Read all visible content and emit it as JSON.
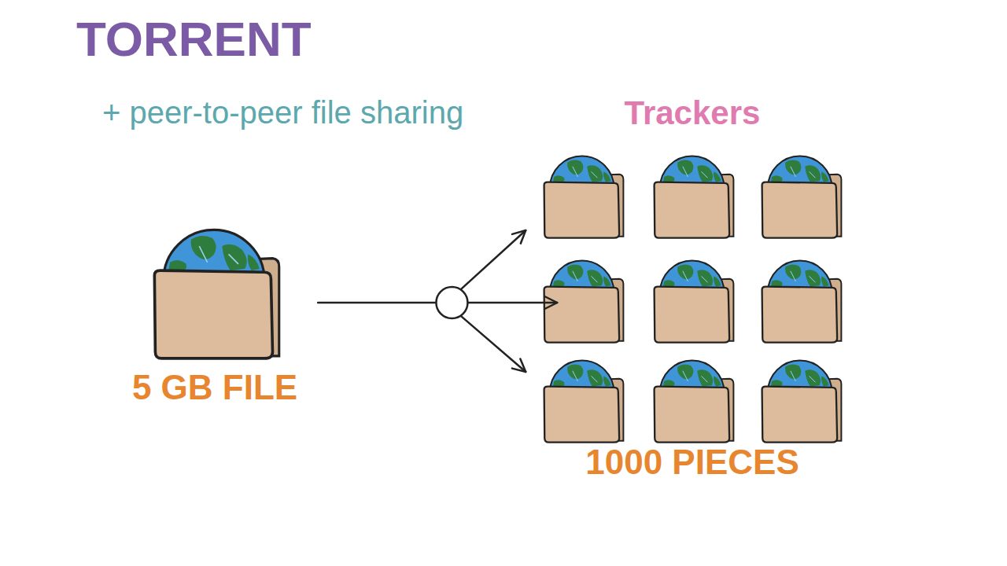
{
  "diagram": {
    "title": "TORRENT",
    "nodes": [
      {
        "text": [
          "5 GB FILE"
        ]
      },
      {
        "text": [
          "Trackers",
          "1000 PIECES"
        ]
      }
    ],
    "edges": [
      {
        "from": 0,
        "to": 1,
        "arrow": "to"
      }
    ],
    "labels": [
      "+ peer-to-peer file sharing"
    ]
  }
}
